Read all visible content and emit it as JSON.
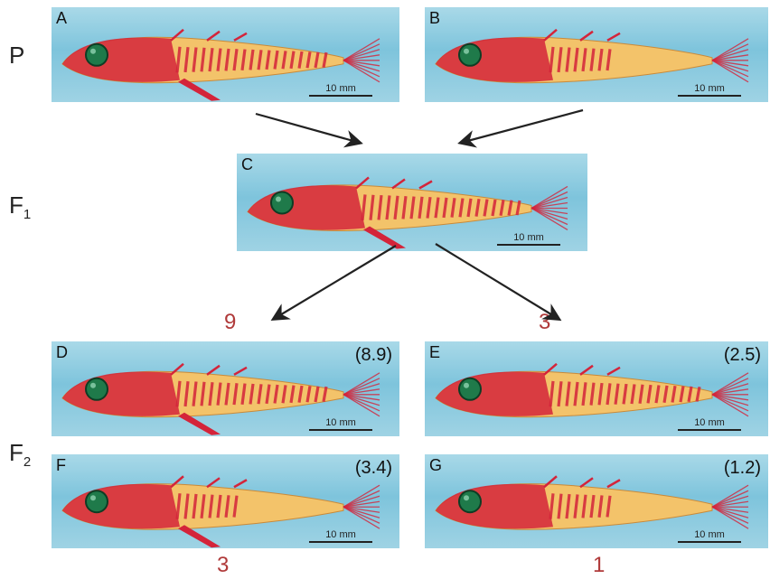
{
  "generations": {
    "p": {
      "letter": "P",
      "sub": ""
    },
    "f1": {
      "letter": "F",
      "sub": "1"
    },
    "f2": {
      "letter": "F",
      "sub": "2"
    }
  },
  "panels": {
    "A": {
      "letter": "A",
      "value": "",
      "scale": "10 mm",
      "pelvic_spine": true,
      "plates": "full"
    },
    "B": {
      "letter": "B",
      "value": "",
      "scale": "10 mm",
      "pelvic_spine": false,
      "plates": "low"
    },
    "C": {
      "letter": "C",
      "value": "",
      "scale": "10 mm",
      "pelvic_spine": true,
      "plates": "full"
    },
    "D": {
      "letter": "D",
      "value": "(8.9)",
      "scale": "10 mm",
      "pelvic_spine": true,
      "plates": "full"
    },
    "E": {
      "letter": "E",
      "value": "(2.5)",
      "scale": "10 mm",
      "pelvic_spine": false,
      "plates": "full"
    },
    "F": {
      "letter": "F",
      "value": "(3.4)",
      "scale": "10 mm",
      "pelvic_spine": true,
      "plates": "low"
    },
    "G": {
      "letter": "G",
      "value": "(1.2)",
      "scale": "10 mm",
      "pelvic_spine": false,
      "plates": "low"
    }
  },
  "ratios": {
    "d": "9",
    "e": "3",
    "f": "3",
    "g": "1"
  },
  "colors": {
    "water": "#8ccbe0",
    "fish_body": "#f3c36a",
    "stain": "#d4243a",
    "eye": "#1f7a4a",
    "ratio_text": "#b03a3a"
  }
}
